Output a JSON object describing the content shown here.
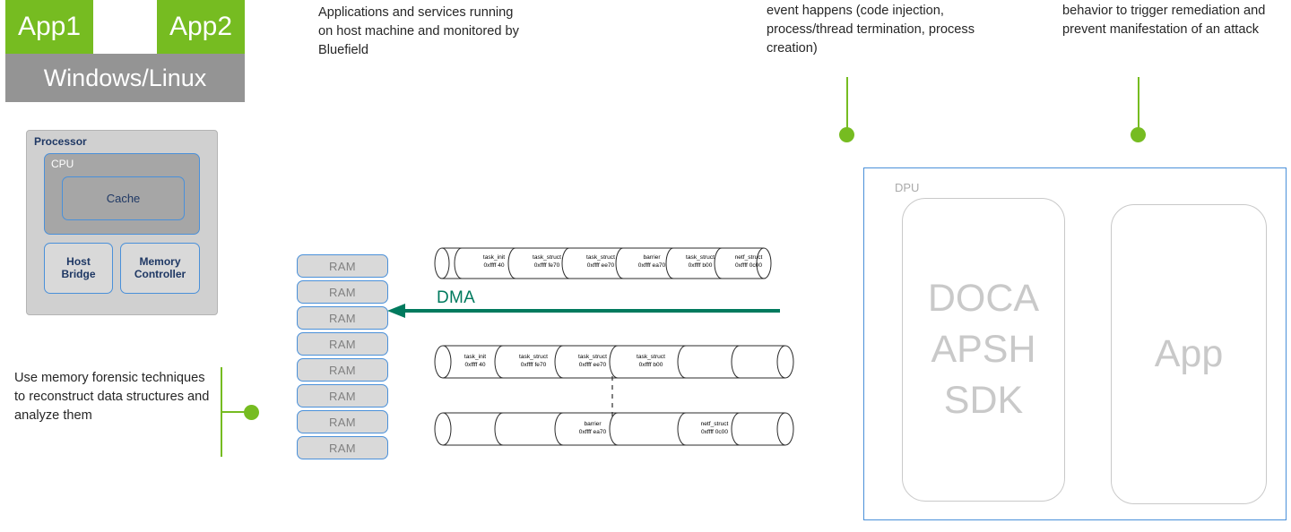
{
  "host": {
    "app1_label": "App1",
    "app2_label": "App2",
    "os_label": "Windows/Linux",
    "processor": {
      "title": "Processor",
      "cpu_label": "CPU",
      "cache_label": "Cache",
      "host_bridge_label": "Host\nBridge",
      "memory_controller_label": "Memory\nController"
    },
    "ram_label": "RAM",
    "ram_count": 8
  },
  "dma": {
    "label": "DMA",
    "direction": "right-to-left",
    "color": "#007a5e"
  },
  "notes": [
    {
      "id": "host-apps-note",
      "text": "Applications and services running on host machine and monitored by Bluefield"
    },
    {
      "id": "hypervisor-note",
      "text": "hypervisor, VMs, when a critical event happens (code injection, process/thread termination, process creation)"
    },
    {
      "id": "administrator-note",
      "text": "Administrator upon detection of bad behavior to trigger remediation and prevent manifestation of an attack"
    },
    {
      "id": "memory-forensics-note",
      "text": "Use memory forensic techniques to reconstruct data structures and analyze them"
    }
  ],
  "dpu": {
    "title": "DPU",
    "cards": [
      {
        "id": "doca-apsh-sdk",
        "label": "DOCA\nAPSH\nSDK"
      },
      {
        "id": "app",
        "label": "App"
      }
    ],
    "border_color": "#4a90d9"
  },
  "memory_structures": {
    "rows": [
      {
        "id": "row-1",
        "cells": [
          {
            "name": "",
            "address": ""
          },
          {
            "name": "task_init",
            "address": "0xffff 40"
          },
          {
            "name": "task_struct",
            "address": "0xffff fe70"
          },
          {
            "name": "task_struct",
            "address": "0xffff ee70"
          },
          {
            "name": "barrier",
            "address": "0xffff ea70"
          },
          {
            "name": "task_struct",
            "address": "0xffff b00"
          },
          {
            "name": "netf_struct",
            "address": "0xffff 0c00"
          }
        ]
      },
      {
        "id": "row-2",
        "cells": [
          {
            "name": "task_init",
            "address": "0xffff 40"
          },
          {
            "name": "task_struct",
            "address": "0xffff fe70"
          },
          {
            "name": "task_struct",
            "address": "0xffff ee70"
          },
          {
            "name": "task_struct",
            "address": "0xffff b00"
          },
          {
            "name": "",
            "address": ""
          },
          {
            "name": "",
            "address": ""
          }
        ]
      },
      {
        "id": "row-3",
        "cells": [
          {
            "name": "",
            "address": ""
          },
          {
            "name": "",
            "address": ""
          },
          {
            "name": "barrier",
            "address": "0xffff ea70"
          },
          {
            "name": "",
            "address": ""
          },
          {
            "name": "netf_struct",
            "address": "0xffff 0c00"
          },
          {
            "name": "",
            "address": ""
          }
        ]
      }
    ]
  },
  "colors": {
    "brand_green": "#76BC21",
    "dma_teal": "#007a5e",
    "blue_outline": "#4a90d9",
    "os_gray": "#949494"
  }
}
